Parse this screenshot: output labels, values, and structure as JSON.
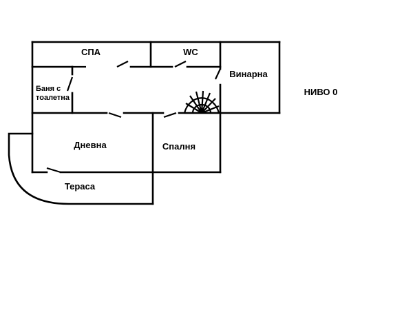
{
  "plan": {
    "level_label": "НИВО 0",
    "rooms": {
      "spa": "СПА",
      "wc": "WC",
      "wine_cellar": "Винарна",
      "bathroom_line1": "Баня с",
      "bathroom_line2": "тоалетна",
      "living_room": "Дневна",
      "bedroom": "Спалня",
      "terrace": "Тераса"
    },
    "colors": {
      "background": "#ffffff",
      "lines": "#000000"
    },
    "icons": [
      "spiral-staircase-icon",
      "door-icon"
    ]
  }
}
